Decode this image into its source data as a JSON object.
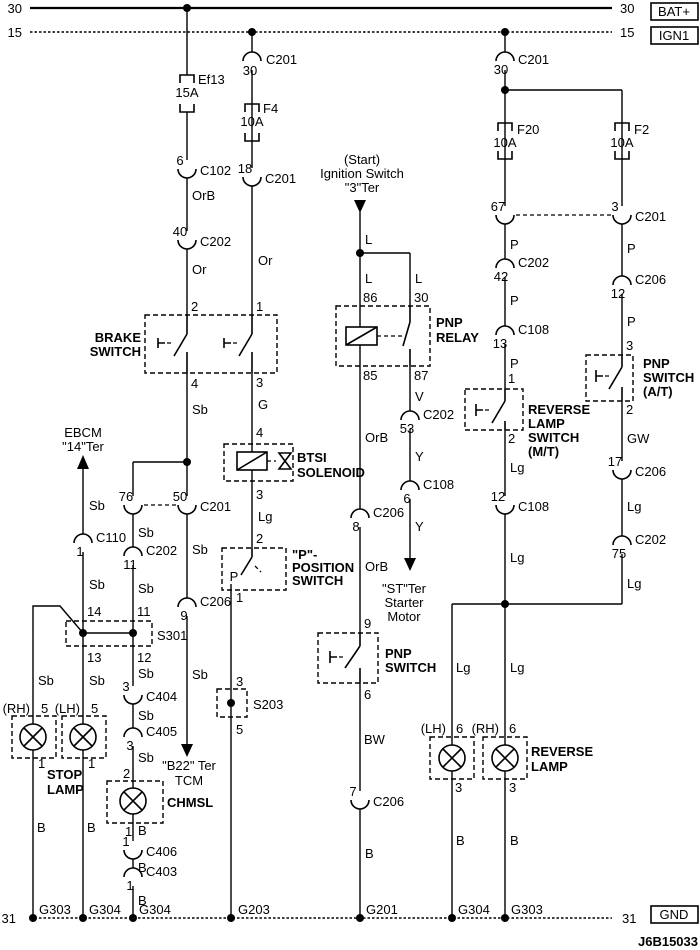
{
  "rails": {
    "left_30": "30",
    "left_15": "15",
    "left_31": "31",
    "right_30": "30",
    "right_15": "15",
    "right_31": "31",
    "bat_label": "BAT+",
    "ign_label": "IGN1",
    "gnd_label": "GND",
    "diagram_code": "J6B15033"
  },
  "fuses": [
    {
      "name": "Ef13",
      "amp": "15A"
    },
    {
      "name": "F4",
      "amp": "10A"
    },
    {
      "name": "F20",
      "amp": "10A"
    },
    {
      "name": "F2",
      "amp": "10A"
    }
  ],
  "connectors": [
    {
      "pin": "30",
      "name": "C201"
    },
    {
      "pin": "18",
      "name": "C201"
    },
    {
      "pin": "6",
      "name": "C102"
    },
    {
      "pin": "40",
      "name": "C202"
    },
    {
      "pin": "50",
      "name": "C201"
    },
    {
      "pin": "76",
      "name": ""
    },
    {
      "pin": "11",
      "name": "C202"
    },
    {
      "pin": "1",
      "name": "C110"
    },
    {
      "pin": "9",
      "name": "C206"
    },
    {
      "pin": "3",
      "name": "C404"
    },
    {
      "pin": "3",
      "name": "C405"
    },
    {
      "pin": "1",
      "name": "C406"
    },
    {
      "pin": "1",
      "name": "C403"
    },
    {
      "pin": "8",
      "name": "C206"
    },
    {
      "pin": "53",
      "name": "C202"
    },
    {
      "pin": "6",
      "name": "C108"
    },
    {
      "pin": "7",
      "name": "C206"
    },
    {
      "pin": "30",
      "name": "C201"
    },
    {
      "pin": "67",
      "name": ""
    },
    {
      "pin": "3",
      "name": "C201"
    },
    {
      "pin": "42",
      "name": "C202"
    },
    {
      "pin": "12",
      "name": "C206"
    },
    {
      "pin": "13",
      "name": "C108"
    },
    {
      "pin": "12",
      "name": "C108"
    },
    {
      "pin": "17",
      "name": "C206"
    },
    {
      "pin": "75",
      "name": "C202"
    }
  ],
  "wire_colors": [
    "OrB",
    "Or",
    "Or",
    "Sb",
    "G",
    "Sb",
    "Sb",
    "Sb",
    "Sb",
    "Sb",
    "Lg",
    "Sb",
    "Sb",
    "Sb",
    "Sb",
    "Sb",
    "Sb",
    "L",
    "L",
    "L",
    "V",
    "OrB",
    "Y",
    "OrB",
    "Y",
    "BW",
    "B",
    "B",
    "B",
    "B",
    "B",
    "B",
    "B",
    "B",
    "P",
    "P",
    "P",
    "P",
    "P",
    "Lg",
    "Lg",
    "GW",
    "Lg",
    "Lg",
    "Lg",
    "Lg"
  ],
  "pins": [
    "2",
    "1",
    "4",
    "3",
    "4",
    "3",
    "2",
    "1",
    "3",
    "5",
    "14",
    "11",
    "13",
    "12",
    "86",
    "30",
    "85",
    "87",
    "9",
    "6",
    "1",
    "2",
    "3",
    "2",
    "5",
    "5",
    "1",
    "1",
    "2",
    "1",
    "6",
    "6",
    "3",
    "3",
    "P"
  ],
  "components": {
    "brake_switch": [
      "BRAKE",
      "SWITCH"
    ],
    "btsi": [
      "BTSI",
      "SOLENOID"
    ],
    "p_position": [
      "\"P\"-",
      "POSITION",
      "SWITCH"
    ],
    "pnp_relay": [
      "PNP",
      "RELAY"
    ],
    "pnp_switch": [
      "PNP",
      "SWITCH"
    ],
    "reverse_lamp_switch": [
      "REVERSE",
      "LAMP",
      "SWITCH",
      "(M/T)"
    ],
    "pnp_switch_at": [
      "PNP",
      "SWITCH",
      "(A/T)"
    ],
    "stop_lamp": [
      "STOP",
      "LAMP"
    ],
    "chmsl": "CHMSL",
    "reverse_lamp": [
      "REVERSE",
      "LAMP"
    ]
  },
  "splices": {
    "s301": "S301",
    "s203": "S203"
  },
  "grounds": [
    "G303",
    "G304",
    "G304",
    "G203",
    "G201",
    "G304",
    "G303"
  ],
  "externals": {
    "ebcm": [
      "EBCM",
      "\"14\"Ter"
    ],
    "ignition": [
      "(Start)",
      "Ignition Switch",
      "\"3\"Ter"
    ],
    "tcm": [
      "\"B22\" Ter",
      "TCM"
    ],
    "starter": [
      "\"ST\"Ter",
      "Starter",
      "Motor"
    ]
  },
  "sides": [
    "(RH)",
    "(LH)",
    "(LH)",
    "(RH)"
  ]
}
